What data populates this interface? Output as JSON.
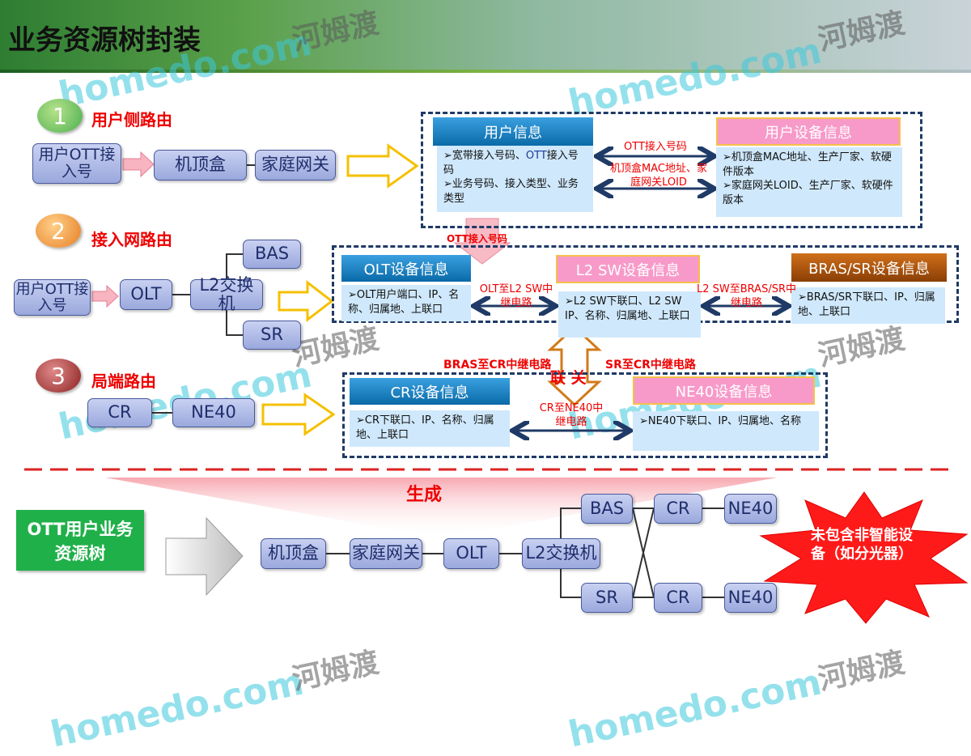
{
  "title": "业务资源树封装",
  "watermark": {
    "brand": "homedo.com",
    "cn": "河姆渡"
  },
  "steps": [
    {
      "num": "1",
      "label": "用户侧路由",
      "color": "#5cb85c"
    },
    {
      "num": "2",
      "label": "接入网路由",
      "color": "#e67e22"
    },
    {
      "num": "3",
      "label": "局端路由",
      "color": "#9b2c2c"
    }
  ],
  "row1": {
    "nodes": [
      "用户OTT接入号",
      "机顶盒",
      "家庭网关"
    ]
  },
  "row2": {
    "nodes": [
      "用户OTT接入号",
      "OLT",
      "L2交换机",
      "BAS",
      "SR"
    ]
  },
  "row3": {
    "nodes": [
      "CR",
      "NE40"
    ]
  },
  "box1": {
    "left_header": "用户信息",
    "left_body": [
      "➢宽带接入号码、",
      "OTT",
      "接入号码",
      "➢业务号码、接入类型、业务类型"
    ],
    "right_header": "用户设备信息",
    "right_body": [
      "➢机顶盒MAC地址、生产厂家、软硬件版本",
      "➢家庭网关LOID、生产厂家、软硬件版本"
    ],
    "link1": "OTT接入号码",
    "link2": "机顶盒MAC地址、家庭网关LOID",
    "down_label": "OTT接入号码"
  },
  "box2": {
    "olt_header": "OLT设备信息",
    "olt_body": "➢OLT用户端口、IP、名称、归属地、上联口",
    "l2_header": "L2 SW设备信息",
    "l2_body": "➢L2 SW下联口、L2 SW IP、名称、归属地、上联口",
    "bras_header": "BRAS/SR设备信息",
    "bras_body": "➢BRAS/SR下联口、IP、归属地、上联口",
    "link1": "OLT至L2 SW中继电路",
    "link2": "L2 SW至BRAS/SR中继电路"
  },
  "link_mid": {
    "left": "BRAS至CR中继电路",
    "right": "SR至CR中继电路",
    "center": "联 关"
  },
  "box3": {
    "cr_header": "CR设备信息",
    "cr_body": "➢CR下联口、IP、名称、归属地、上联口",
    "ne_header": "NE40设备信息",
    "ne_body": "➢NE40下联口、IP、归属地、名称",
    "link": "CR至NE40中继电路"
  },
  "generate": "生成",
  "result": {
    "label": "OTT用户业务资源树",
    "nodes": [
      "机顶盒",
      "家庭网关",
      "OLT",
      "L2交换机"
    ],
    "upper": [
      "BAS",
      "CR",
      "NE40"
    ],
    "lower": [
      "SR",
      "CR",
      "NE40"
    ],
    "note": "未包含非智能设备（如分光器）"
  }
}
